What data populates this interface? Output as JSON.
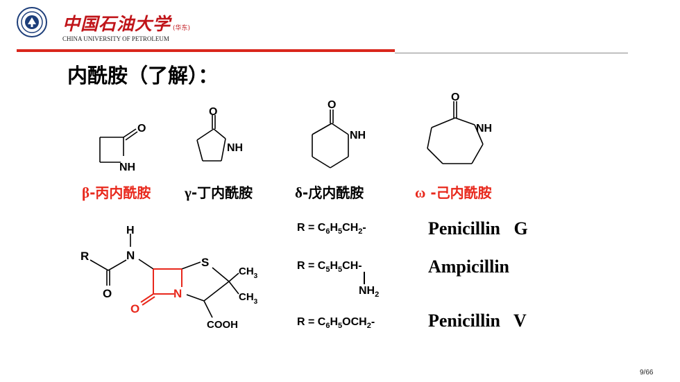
{
  "header": {
    "logo_cn": "中国石油大学",
    "logo_cn_sub": "(华东)",
    "logo_en": "CHINA UNIVERSITY OF PETROLEUM"
  },
  "heading": "内酰胺（了解）：",
  "structures": {
    "atom_O": "O",
    "atom_NH": "NH",
    "atom_N": "N",
    "atom_H": "H",
    "atom_R": "R",
    "atom_S": "S",
    "ch3": "CH",
    "ch3_sub": "3",
    "cooh": "COOH"
  },
  "captions": [
    {
      "greek": "β",
      "text": "-丙内酰胺",
      "color": "#e8281c"
    },
    {
      "greek": "γ",
      "text": "-丁内酰胺",
      "color": "#000000"
    },
    {
      "greek": "δ",
      "text": "-戊内酰胺",
      "color": "#000000"
    },
    {
      "greek": "ω",
      "text": " -己内酰胺",
      "color": "#e8281c"
    }
  ],
  "r_groups": {
    "g": {
      "p1": "R = C",
      "s1": "6",
      "p2": "H",
      "s2": "5",
      "p3": "CH",
      "s3": "2",
      "p4": "-"
    },
    "amp": {
      "p1": "R = C",
      "s1": "5",
      "p2": "H",
      "s2": "5",
      "p3": "CH-",
      "nh": "NH",
      "nh_sub": "2"
    },
    "v": {
      "p1": "R = C",
      "s1": "6",
      "p2": "H",
      "s2": "5",
      "p3": "OCH",
      "s3": "2",
      "p4": "-"
    }
  },
  "drugs": {
    "g": "Penicillin   G",
    "amp": "Ampicillin",
    "v": "Penicillin   V"
  },
  "page_number": "9/66",
  "colors": {
    "brand_red": "#d9261c",
    "highlight_red": "#e8281c"
  }
}
